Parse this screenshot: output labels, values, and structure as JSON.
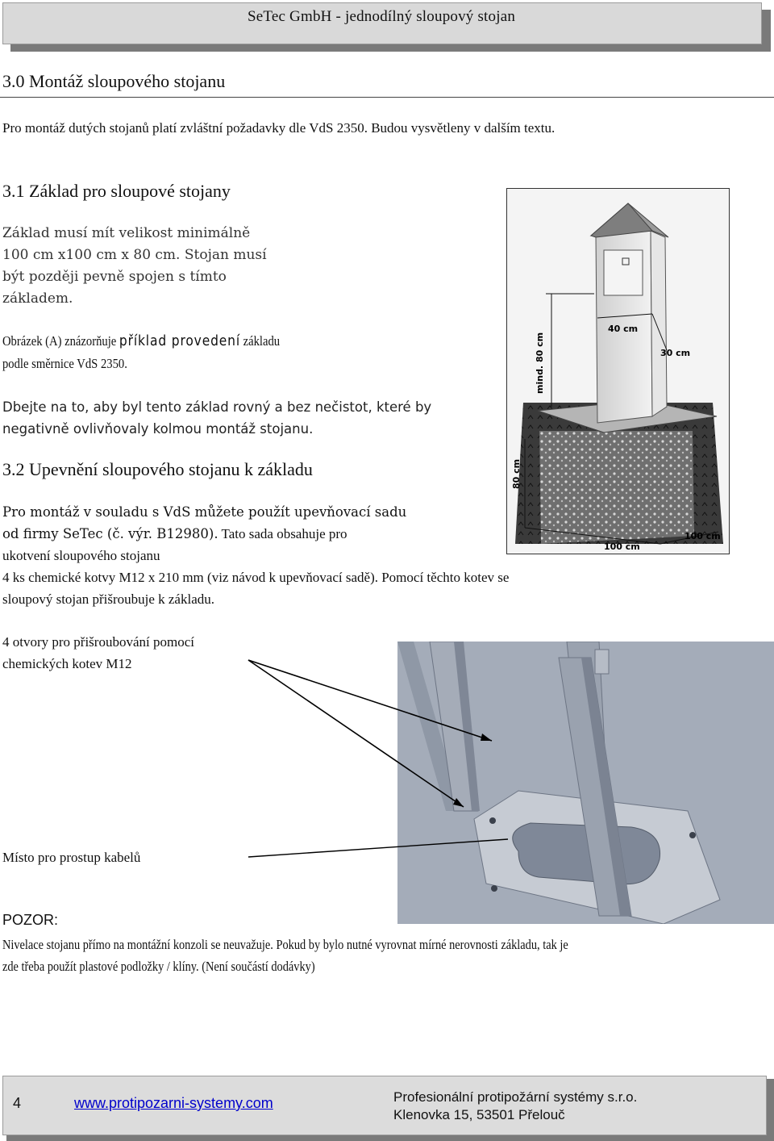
{
  "header": {
    "title": "SeTec GmbH - jednodílný sloupový stojan"
  },
  "section3": {
    "heading": "3.0 Montáž sloupového stojanu",
    "intro": "Pro montáž dutých stojanů platí zvláštní požadavky dle VdS 2350. Budou vysvětleny v dalším textu."
  },
  "section31": {
    "heading": "3.1 Základ pro sloupové stojany",
    "line1": "Základ musí mít velikost minimálně",
    "line2": "100 cm x100 cm x 80 cm. Stojan musí",
    "line3": "být později pevně spojen s tímto",
    "line4": "základem.",
    "fig_prefix": "Obrázek (A) znázorňuje",
    "fig_emph": "příklad provedení",
    "fig_suffix": "základu",
    "fig_line2": "podle směrnice VdS 2350.",
    "note_line1": "Dbejte na to, aby byl tento základ rovný a bez nečistot, které by",
    "note_line2": "negativně ovlivňovaly kolmou montáž stojanu."
  },
  "figure_a": {
    "dim_height_min": "mind. 80 cm",
    "dim_width": "40 cm",
    "dim_depth": "30 cm",
    "dim_found_height": "80 cm",
    "dim_found_w1": "100 cm",
    "dim_found_w2": "100 cm"
  },
  "section32": {
    "heading": "3.2 Upevnění sloupového stojanu k základu",
    "line1": "Pro montáž v souladu s VdS můžete použít upevňovací sadu",
    "line2a": "od firmy SeTec (č. výr. B12980).",
    "line2b": "Tato sada obsahuje pro",
    "line3": "ukotvení sloupového stojanu",
    "line4": "4 ks chemické kotvy M12 x 210 mm (viz návod k upevňovací sadě). Pomocí těchto kotev se",
    "line5": "sloupový stojan přišroubuje k základu."
  },
  "labels": {
    "holes_line1": "4 otvory pro přišroubování pomocí",
    "holes_line2": "chemických kotev M12",
    "cable": "Místo pro prostup kabelů"
  },
  "warning": {
    "title": "POZOR:",
    "line1": "Nivelace stojanu přímo na montážní konzoli se neuvažuje. Pokud by bylo nutné vyrovnat mírné nerovnosti základu, tak je",
    "line2": "zde třeba použít plastové podložky / klíny. (Není součástí dodávky)"
  },
  "footer": {
    "page": "4",
    "url": "www.protipozarni-systemy.com",
    "company": "Profesionální protipožární systémy s.r.o.",
    "address": "Klenovka 15, 53501 Přelouč"
  }
}
